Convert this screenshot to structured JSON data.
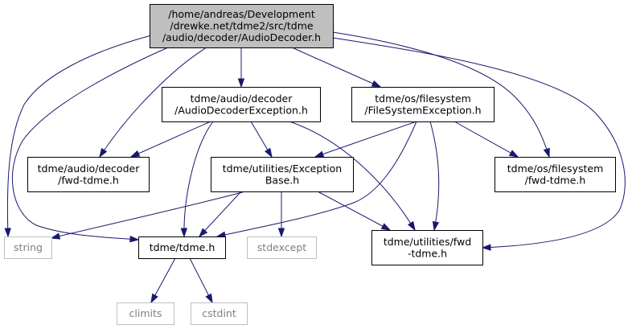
{
  "colors": {
    "edge": "#191970",
    "root_fill": "#bfbfbf",
    "node_stroke": "#000000",
    "system_stroke": "#bfbfbf",
    "system_text": "#7f7f7f"
  },
  "nodes": {
    "audio_decoder_h": {
      "lines": [
        "/home/andreas/Development",
        "/drewke.net/tdme2/src/tdme",
        "/audio/decoder/AudioDecoder.h"
      ],
      "kind": "root"
    },
    "audio_decoder_exception_h": {
      "lines": [
        "tdme/audio/decoder",
        "/AudioDecoderException.h"
      ],
      "kind": "normal"
    },
    "filesystem_exception_h": {
      "lines": [
        "tdme/os/filesystem",
        "/FileSystemException.h"
      ],
      "kind": "normal"
    },
    "decoder_fwd_tdme_h": {
      "lines": [
        "tdme/audio/decoder",
        "/fwd-tdme.h"
      ],
      "kind": "normal"
    },
    "exception_base_h": {
      "lines": [
        "tdme/utilities/Exception",
        "Base.h"
      ],
      "kind": "normal"
    },
    "filesystem_fwd_tdme_h": {
      "lines": [
        "tdme/os/filesystem",
        "/fwd-tdme.h"
      ],
      "kind": "normal"
    },
    "string": {
      "lines": [
        "string"
      ],
      "kind": "system"
    },
    "tdme_h": {
      "lines": [
        "tdme/tdme.h"
      ],
      "kind": "normal"
    },
    "stdexcept": {
      "lines": [
        "stdexcept"
      ],
      "kind": "system"
    },
    "utilities_fwd_tdme_h": {
      "lines": [
        "tdme/utilities/fwd",
        "-tdme.h"
      ],
      "kind": "normal"
    },
    "climits": {
      "lines": [
        "climits"
      ],
      "kind": "system"
    },
    "cstdint": {
      "lines": [
        "cstdint"
      ],
      "kind": "system"
    }
  },
  "edges": [
    [
      "audio_decoder_h",
      "audio_decoder_exception_h"
    ],
    [
      "audio_decoder_h",
      "filesystem_exception_h"
    ],
    [
      "audio_decoder_h",
      "decoder_fwd_tdme_h"
    ],
    [
      "audio_decoder_h",
      "string"
    ],
    [
      "audio_decoder_h",
      "tdme_h"
    ],
    [
      "audio_decoder_h",
      "filesystem_fwd_tdme_h"
    ],
    [
      "audio_decoder_h",
      "utilities_fwd_tdme_h"
    ],
    [
      "audio_decoder_exception_h",
      "decoder_fwd_tdme_h"
    ],
    [
      "audio_decoder_exception_h",
      "exception_base_h"
    ],
    [
      "audio_decoder_exception_h",
      "tdme_h"
    ],
    [
      "audio_decoder_exception_h",
      "utilities_fwd_tdme_h"
    ],
    [
      "filesystem_exception_h",
      "exception_base_h"
    ],
    [
      "filesystem_exception_h",
      "filesystem_fwd_tdme_h"
    ],
    [
      "filesystem_exception_h",
      "tdme_h"
    ],
    [
      "filesystem_exception_h",
      "utilities_fwd_tdme_h"
    ],
    [
      "exception_base_h",
      "string"
    ],
    [
      "exception_base_h",
      "tdme_h"
    ],
    [
      "exception_base_h",
      "stdexcept"
    ],
    [
      "exception_base_h",
      "utilities_fwd_tdme_h"
    ],
    [
      "tdme_h",
      "climits"
    ],
    [
      "tdme_h",
      "cstdint"
    ]
  ]
}
